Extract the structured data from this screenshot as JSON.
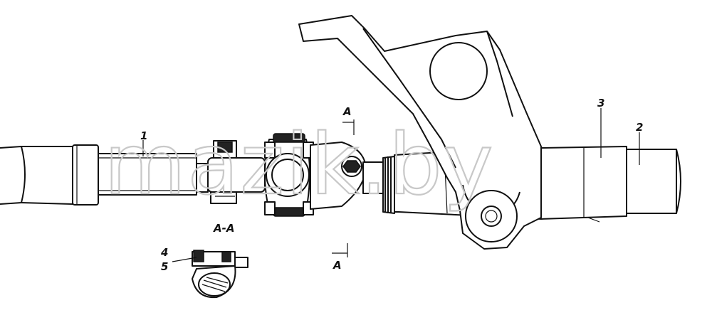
{
  "drawing": {
    "callouts": {
      "part_1": "1",
      "part_2": "2",
      "part_3": "3",
      "part_4": "4",
      "part_5": "5"
    },
    "section": {
      "view_title": "A-A",
      "mark_top": "A",
      "mark_bottom": "A"
    },
    "watermark": "mazik.by"
  }
}
